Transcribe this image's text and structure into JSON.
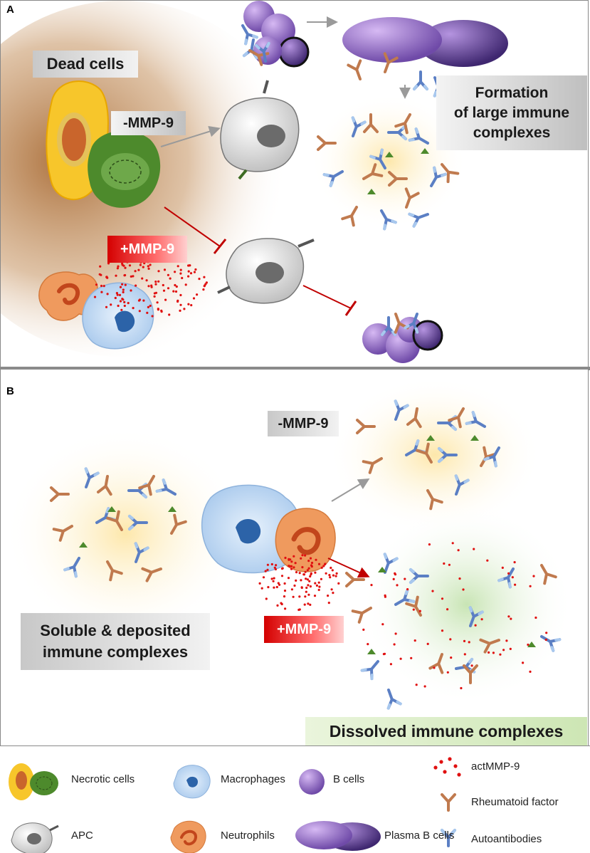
{
  "panel_a": {
    "letter": "A",
    "dead_cells": "Dead cells",
    "minus_mmp9": "-MMP-9",
    "plus_mmp9": "+MMP-9",
    "formation_line1": "Formation",
    "formation_line2": "of large immune",
    "formation_line3": "complexes"
  },
  "panel_b": {
    "letter": "B",
    "minus_mmp9": "-MMP-9",
    "plus_mmp9": "+MMP-9",
    "soluble_line1": "Soluble & deposited",
    "soluble_line2": "immune complexes",
    "dissolved": "Dissolved immune complexes"
  },
  "legend": {
    "necrotic": "Necrotic cells",
    "macrophages": "Macrophages",
    "b_cells": "B cells",
    "actmmp9": "actMMP-9",
    "rheumatoid": "Rheumatoid factor",
    "apc": "APC",
    "neutrophils": "Neutrophils",
    "plasma": "Plasma B cells",
    "autoantibodies": "Autoantibodies"
  },
  "colors": {
    "rheumatoid_factor": "#c07a4e",
    "autoantibody": "#5b7fc4",
    "mmp9_dots": "#e01010",
    "b_cell": "#8e6cc6",
    "necrotic_yellow": "#f7c62b",
    "necrotic_green": "#4d8a2c",
    "macrophage": "#b9d6f2",
    "neutrophil": "#ef9a5e",
    "apc": "#d7d7d7",
    "arrow_red": "#c00000",
    "arrow_gray": "#9a9a9a"
  }
}
